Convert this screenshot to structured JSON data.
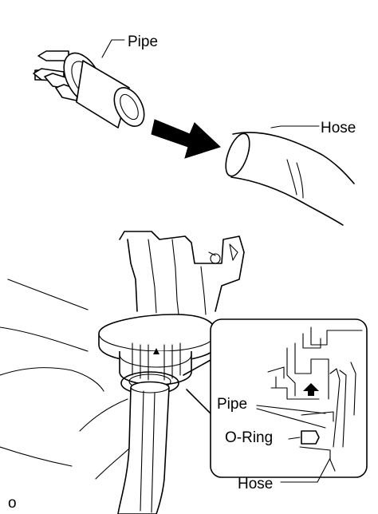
{
  "labels": {
    "pipe_top": "Pipe",
    "hose_top": "Hose",
    "pipe_inset": "Pipe",
    "oring_inset": "O-Ring",
    "hose_inset": "Hose",
    "figure_code": "o"
  },
  "icons": {
    "direction_arrow": "arrow-right-down-icon",
    "inset_arrow": "arrow-up-icon"
  }
}
